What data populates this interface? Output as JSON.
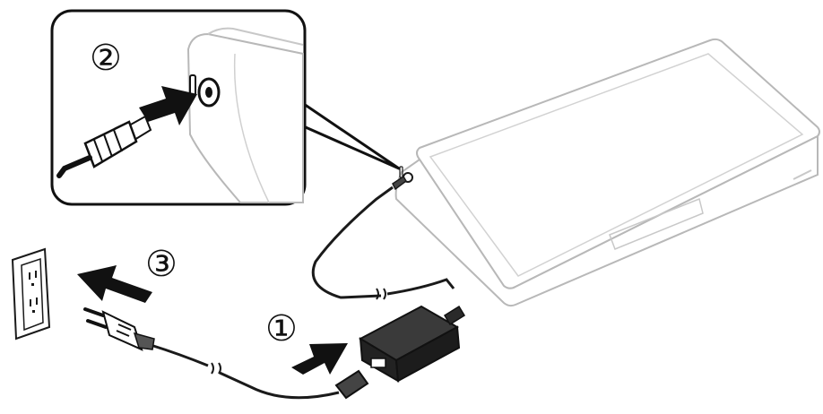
{
  "steps": [
    {
      "number": "①",
      "description_shown": ""
    },
    {
      "number": "②",
      "description_shown": ""
    },
    {
      "number": "③",
      "description_shown": ""
    }
  ],
  "colors": {
    "line": "#1a1a1a",
    "device_fill": "#ffffff",
    "device_stroke": "#b8b8b8",
    "device_detail": "#c8c8c8",
    "arrow": "#111111",
    "adapter": "#1c1c1c",
    "plug_metal": "#555555",
    "zoom_frame": "#111111"
  },
  "icons": {
    "printer": "portable-printer-illustration",
    "adapter": "ac-adapter-brick",
    "outlet": "wall-outlet",
    "plug": "power-plug",
    "dc_plug": "dc-barrel-plug"
  }
}
